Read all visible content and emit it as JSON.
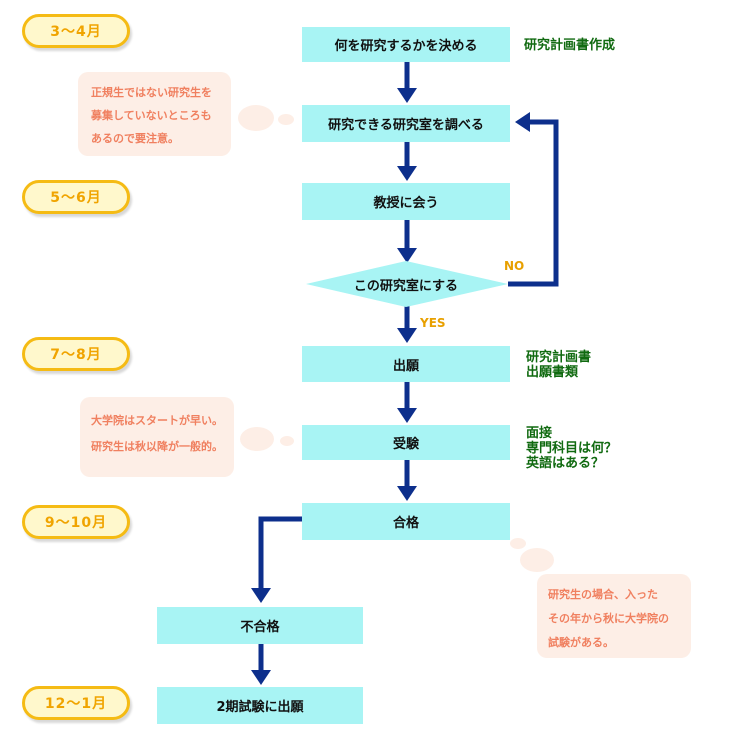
{
  "periods": [
    "3〜4月",
    "5〜6月",
    "7〜8月",
    "9〜10月",
    "12〜1月"
  ],
  "steps": {
    "decide": "何を研究するかを決める",
    "search": "研究できる研究室を調べる",
    "meet": "教授に会う",
    "decision": "この研究室にする",
    "apply": "出願",
    "exam": "受験",
    "pass": "合格",
    "fail": "不合格",
    "second": "2期試験に出願"
  },
  "branches": {
    "no": "NO",
    "yes": "YES"
  },
  "side_labels": {
    "plan": "研究計画書作成",
    "docs": [
      "研究計画書",
      "出願書類"
    ],
    "exam_items": [
      "面接",
      "専門科目は何？",
      "英語はある？"
    ]
  },
  "notes": {
    "research_student": [
      "正規生ではない研究生を",
      "募集していないところも",
      "あるので要注意。"
    ],
    "schedule": [
      "大学院はスタートが早い。",
      "研究生は秋以降が一般的。"
    ],
    "after_pass": [
      "研究生の場合、入った",
      "その年から秋に大学院の",
      "試験がある。"
    ]
  },
  "colors": {
    "box": "#a8f4f4",
    "arrow": "#0d2f8c",
    "period_border": "#f5bb14",
    "period_text": "#f0a400",
    "label": "#106a10",
    "note_bg": "#fdeee6",
    "note_text": "#f08060",
    "yes_no": "#e8a000"
  }
}
